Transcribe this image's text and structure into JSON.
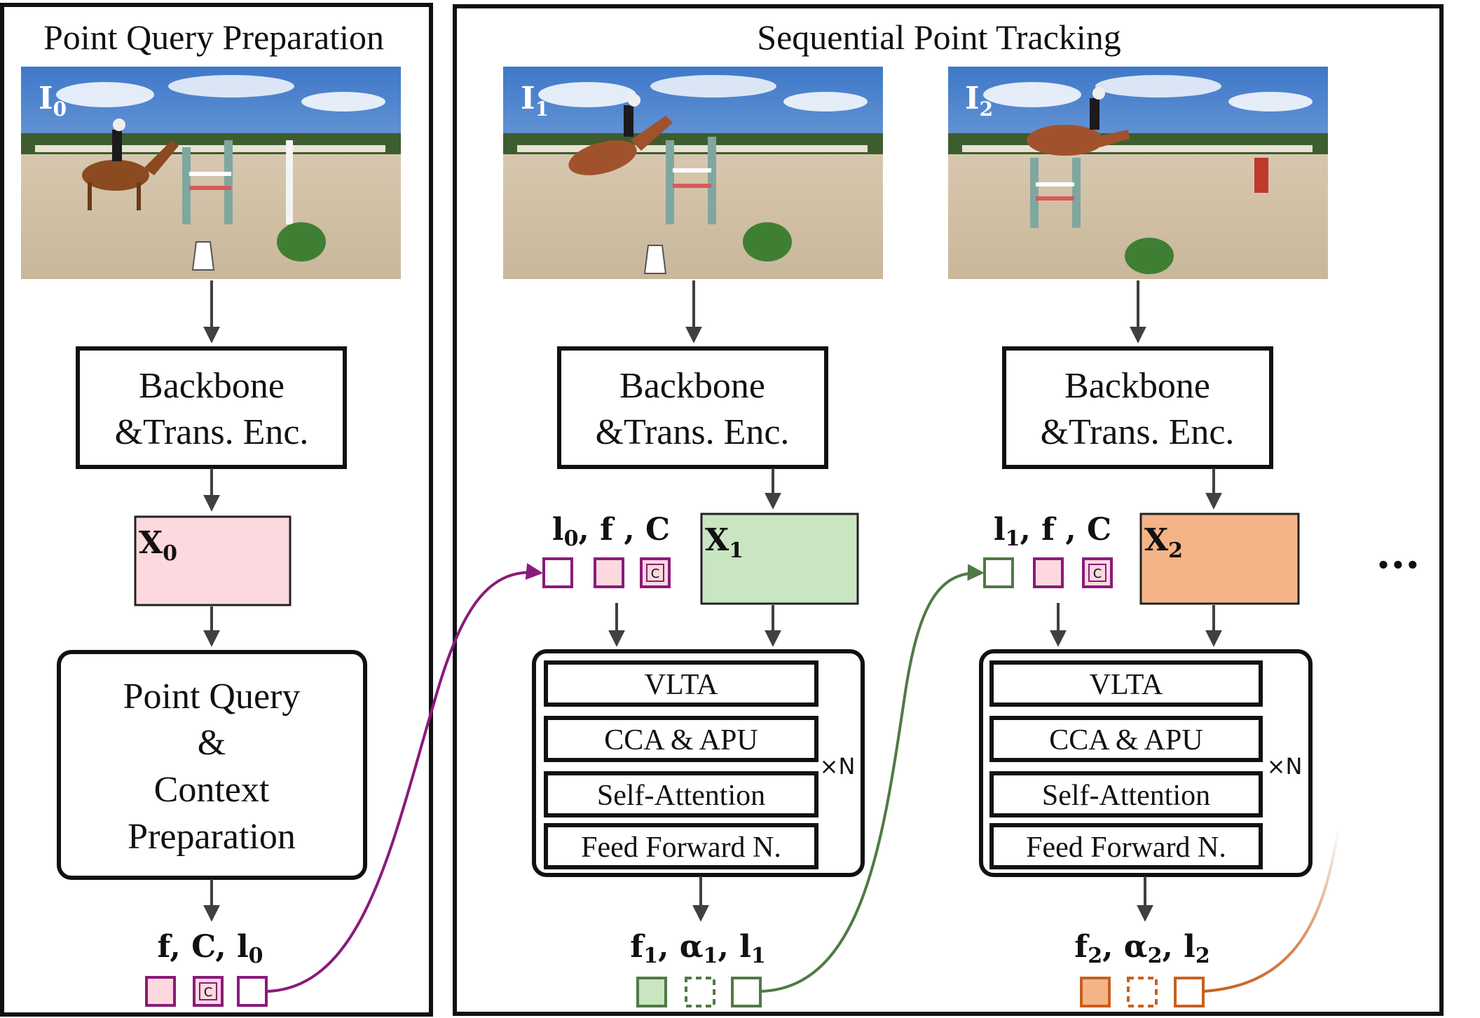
{
  "panels": {
    "left_title": "Point Query Preparation",
    "right_title": "Sequential Point Tracking"
  },
  "frames": [
    {
      "label": "I",
      "sub": "0"
    },
    {
      "label": "I",
      "sub": "1"
    },
    {
      "label": "I",
      "sub": "2"
    }
  ],
  "encoder": {
    "line1": "Backbone",
    "line2": "&Trans. Enc."
  },
  "features": [
    {
      "label": "X",
      "sub": "0",
      "color": "#fdd9df"
    },
    {
      "label": "X",
      "sub": "1",
      "color": "#c9e5c2"
    },
    {
      "label": "X",
      "sub": "2",
      "color": "#f5b488"
    }
  ],
  "prep_box": {
    "line1": "Point Query",
    "line2": "&",
    "line3": "Context",
    "line4": "Preparation"
  },
  "decoder_layers": [
    "VLTA",
    "CCA & APU",
    "Self-Attention",
    "Feed Forward N."
  ],
  "repeat_label": "×N",
  "context_token": "C",
  "ellipsis": "...",
  "prep_output": {
    "a": "f",
    "b": "C",
    "c": "l",
    "c_sub": "0"
  },
  "inputs": [
    {
      "a": "l",
      "a_sub": "0",
      "b": "f",
      "c": "C"
    },
    {
      "a": "l",
      "a_sub": "1",
      "b": "f",
      "c": "C"
    }
  ],
  "outputs": [
    {
      "a": "f",
      "a_sub": "1",
      "b": "α",
      "b_sub": "1",
      "c": "l",
      "c_sub": "1"
    },
    {
      "a": "f",
      "a_sub": "2",
      "b": "α",
      "b_sub": "2",
      "c": "l",
      "c_sub": "2"
    }
  ],
  "colors": {
    "purple": "#8b1a7a",
    "pink_fill": "#fdd9df",
    "green": "#4f7a45",
    "green_fill": "#c9e5c2",
    "orange": "#c8601c",
    "orange_fill": "#f5b488",
    "arrow": "#404040"
  }
}
